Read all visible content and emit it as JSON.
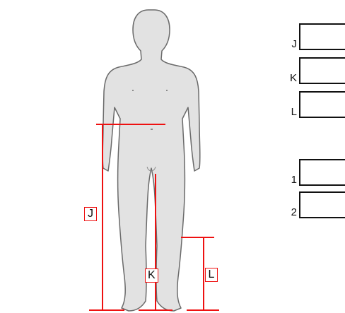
{
  "figure": {
    "measurements": [
      {
        "key": "J",
        "label": "J"
      },
      {
        "key": "K",
        "label": "K"
      },
      {
        "key": "L",
        "label": "L"
      }
    ]
  },
  "form": {
    "fields": [
      {
        "label": "J",
        "value": ""
      },
      {
        "label": "K",
        "value": ""
      },
      {
        "label": "L",
        "value": ""
      },
      {
        "label": "1",
        "value": ""
      },
      {
        "label": "2",
        "value": ""
      }
    ]
  },
  "colors": {
    "measure_line": "#ee1111",
    "body_fill": "#e2e2e2",
    "body_outline": "#6a6a6a"
  }
}
